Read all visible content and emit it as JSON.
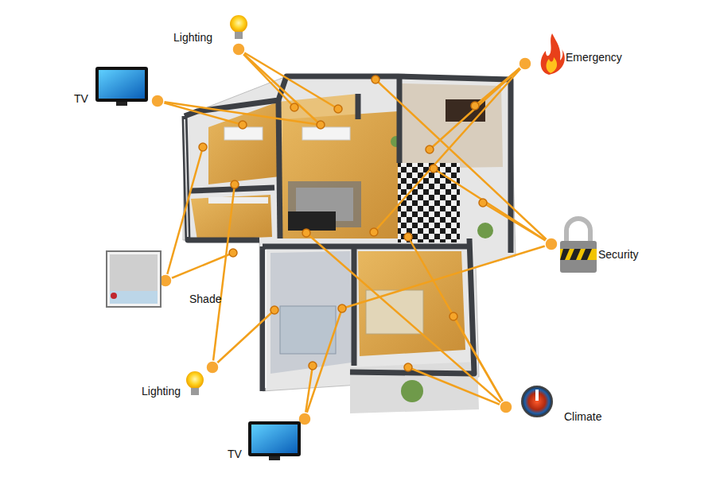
{
  "diagram": {
    "labels": [
      "Lighting",
      "TV",
      "Emergency",
      "Security",
      "Shade",
      "Lighting",
      "TV",
      "Climate"
    ]
  }
}
